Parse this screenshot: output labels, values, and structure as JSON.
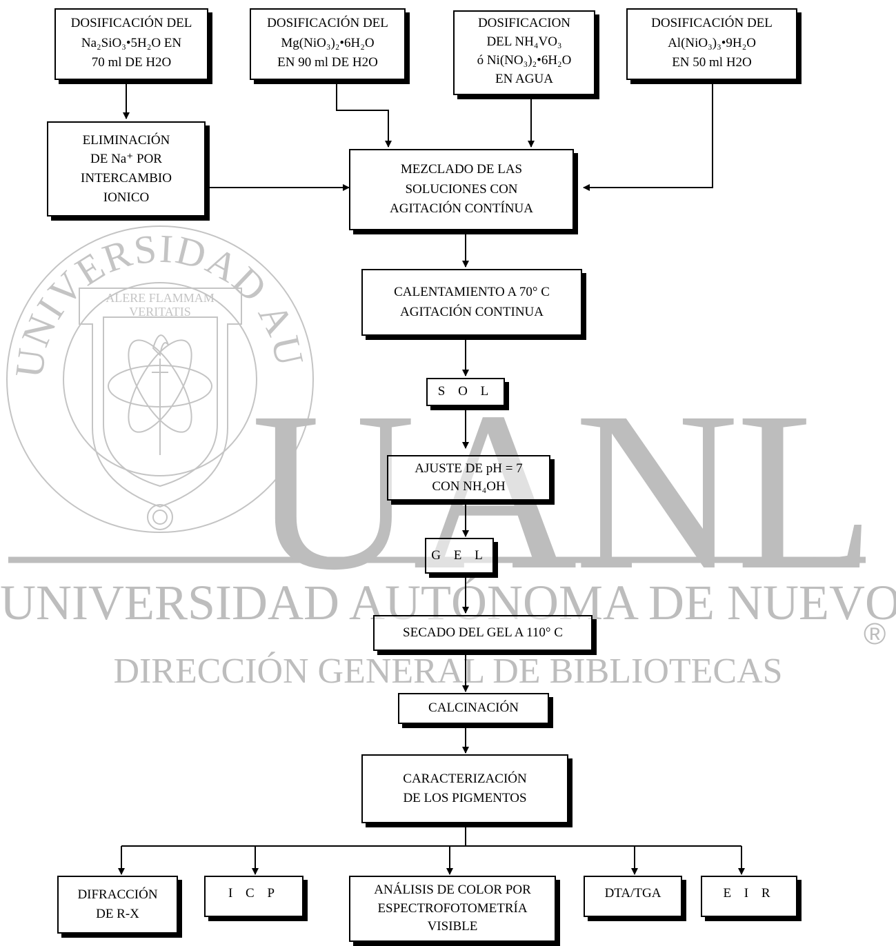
{
  "watermark": {
    "big": "UANL",
    "university": "UNIVERSIDAD AUTÓNOMA DE NUEVO LEÓN",
    "direccion": "DIRECCIÓN GENERAL DE BIBLIOTECAS",
    "registered": "®",
    "seal_ring": "UNIVERSIDAD AUTONOMA DE NUEVO LEON",
    "seal_motto": [
      "ALERE FLAMMAM",
      "VERITATIS"
    ]
  },
  "boxes": {
    "dos_na": [
      "DOSIFICACIÓN DEL",
      "Na₂SiO₃•5H₂O EN",
      "70 ml DE H2O"
    ],
    "dos_mg": [
      "DOSIFICACIÓN DEL",
      "Mg(NiO₃)₂•6H₂O",
      "EN 90 ml DE H2O"
    ],
    "dos_nh": [
      "DOSIFICACION",
      "DEL NH₄VO₃",
      "ó Ni(NO₃)₂•6H₂O",
      "EN AGUA"
    ],
    "dos_al": [
      "DOSIFICACIÓN DEL",
      "Al(NiO₃)₃•9H₂O",
      "EN 50 ml H2O"
    ],
    "elim": [
      "ELIMINACIÓN",
      "DE Na⁺ POR",
      "INTERCAMBIO",
      "IONICO"
    ],
    "mezclado": [
      "MEZCLADO DE LAS",
      "SOLUCIONES CON",
      "AGITACIÓN CONTÍNUA"
    ],
    "calentamiento": [
      "CALENTAMIENTO A 70° C",
      "AGITACIÓN CONTINUA"
    ],
    "sol": "S O L",
    "ajuste": [
      "AJUSTE DE pH = 7",
      "CON NH₄OH"
    ],
    "gel": "G E L",
    "secado": "SECADO DEL GEL A 110° C",
    "calcinacion": "CALCINACIÓN",
    "caracterizacion": [
      "CARACTERIZACIÓN",
      "DE LOS PIGMENTOS"
    ],
    "difraccion": [
      "DIFRACCIÓN",
      "DE  R-X"
    ],
    "icp": "I C P",
    "analisis": [
      "ANÁLISIS DE COLOR POR",
      "ESPECTROFOTOMETRÍA",
      "VISIBLE"
    ],
    "dta": "DTA/TGA",
    "eir": "E I R"
  }
}
